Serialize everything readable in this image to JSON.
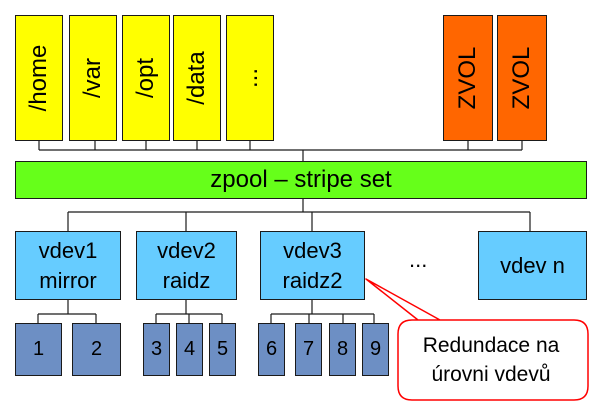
{
  "filesystems": [
    "/home",
    "/var",
    "/opt",
    "/data",
    "..."
  ],
  "zvols": [
    "ZVOL",
    "ZVOL"
  ],
  "pool": {
    "label": "zpool – stripe set"
  },
  "vdevs": [
    {
      "line1": "vdev1",
      "line2": "mirror"
    },
    {
      "line1": "vdev2",
      "line2": "raidz"
    },
    {
      "line1": "vdev3",
      "line2": "raidz2"
    },
    {
      "line1": "vdev n",
      "line2": ""
    }
  ],
  "vdev_ellipsis": "...",
  "disks": [
    "1",
    "2",
    "3",
    "4",
    "5",
    "6",
    "7",
    "8",
    "9"
  ],
  "callout": {
    "line1": "Redundace na",
    "line2": "úrovni vdevů"
  },
  "colors": {
    "filesystem": "#ffff00",
    "zvol": "#ff6600",
    "pool": "#66ff1a",
    "vdev": "#66ccff",
    "disk": "#6d8fc4",
    "callout_border": "#ff0000"
  }
}
